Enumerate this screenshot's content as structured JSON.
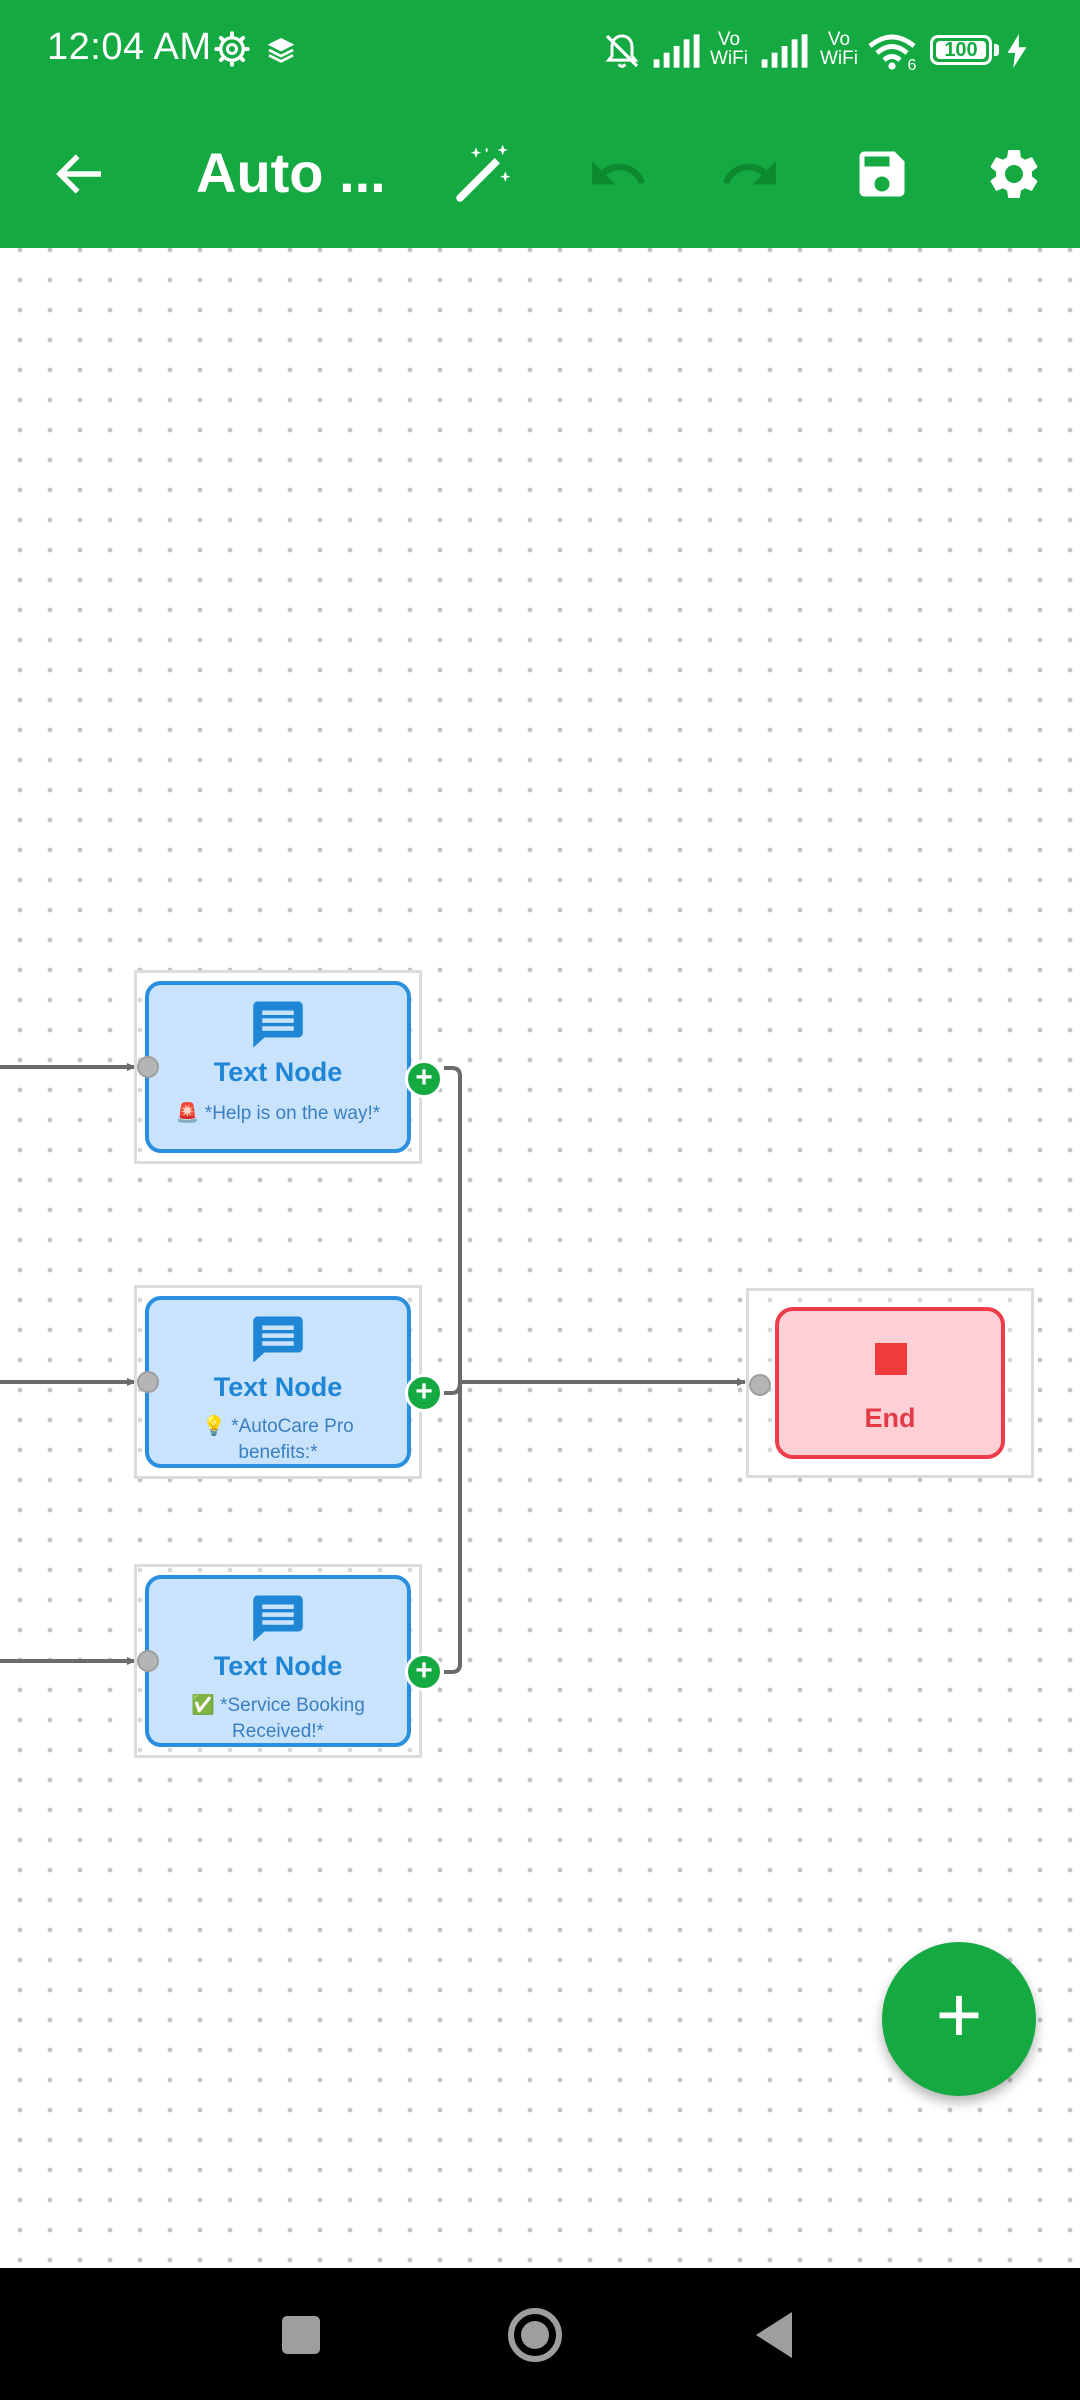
{
  "status_bar": {
    "time": "12:04 AM",
    "sim1_label_top": "Vo",
    "sim1_label_bottom": "WiFi",
    "sim2_label_top": "Vo",
    "sim2_label_bottom": "WiFi",
    "wifi_badge": "6",
    "battery": "100"
  },
  "app_bar": {
    "title": "Auto ...",
    "icons": [
      "back-arrow-icon",
      "magic-wand-icon",
      "undo-icon",
      "redo-icon",
      "save-icon",
      "settings-icon"
    ]
  },
  "flow": {
    "nodes": [
      {
        "type": "Text Node",
        "title": "Text Node",
        "preview": "🚨 *Help is on the way!*"
      },
      {
        "type": "Text Node",
        "title": "Text Node",
        "preview": "💡 *AutoCare Pro benefits:*"
      },
      {
        "type": "Text Node",
        "title": "Text Node",
        "preview": "✅ *Service Booking Received!*"
      }
    ],
    "end_node": {
      "label": "End"
    }
  },
  "fab": {
    "label": "+"
  },
  "colors": {
    "primary": "#15a942",
    "text_node_fill": "#c8e3fb",
    "text_node_border": "#2b8fdf",
    "end_node_fill": "#fdd0d5",
    "end_node_border": "#ef3c4c"
  }
}
